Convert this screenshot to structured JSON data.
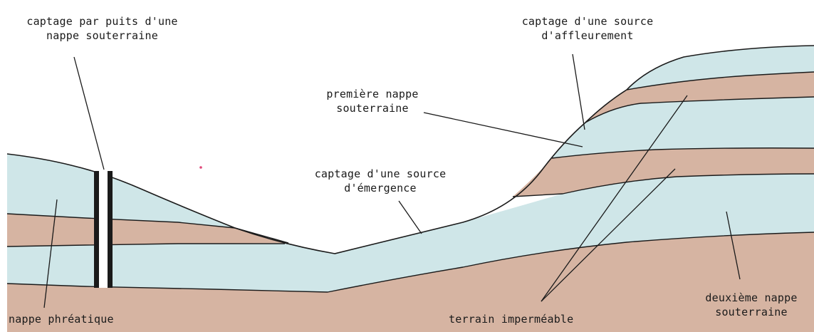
{
  "colors": {
    "background": "#ffffff",
    "aquifer": "#cfe6e8",
    "impermeable": "#d6b4a2",
    "outline": "#1a1a1a",
    "well_tube": "#ffffff",
    "dot": "#e0497a"
  },
  "labels": {
    "captage_puits": [
      "captage par puits d'une",
      "nappe souterraine"
    ],
    "captage_affleurement": [
      "captage d'une source",
      "d'affleurement"
    ],
    "premiere_nappe": [
      "première nappe",
      "souterraine"
    ],
    "captage_emergence": [
      "captage d'une source",
      "d'émergence"
    ],
    "nappe_phreatique": "nappe phréatique",
    "terrain_impermeable": "terrain imperméable",
    "deuxieme_nappe": [
      "deuxième nappe",
      "souterraine"
    ]
  }
}
